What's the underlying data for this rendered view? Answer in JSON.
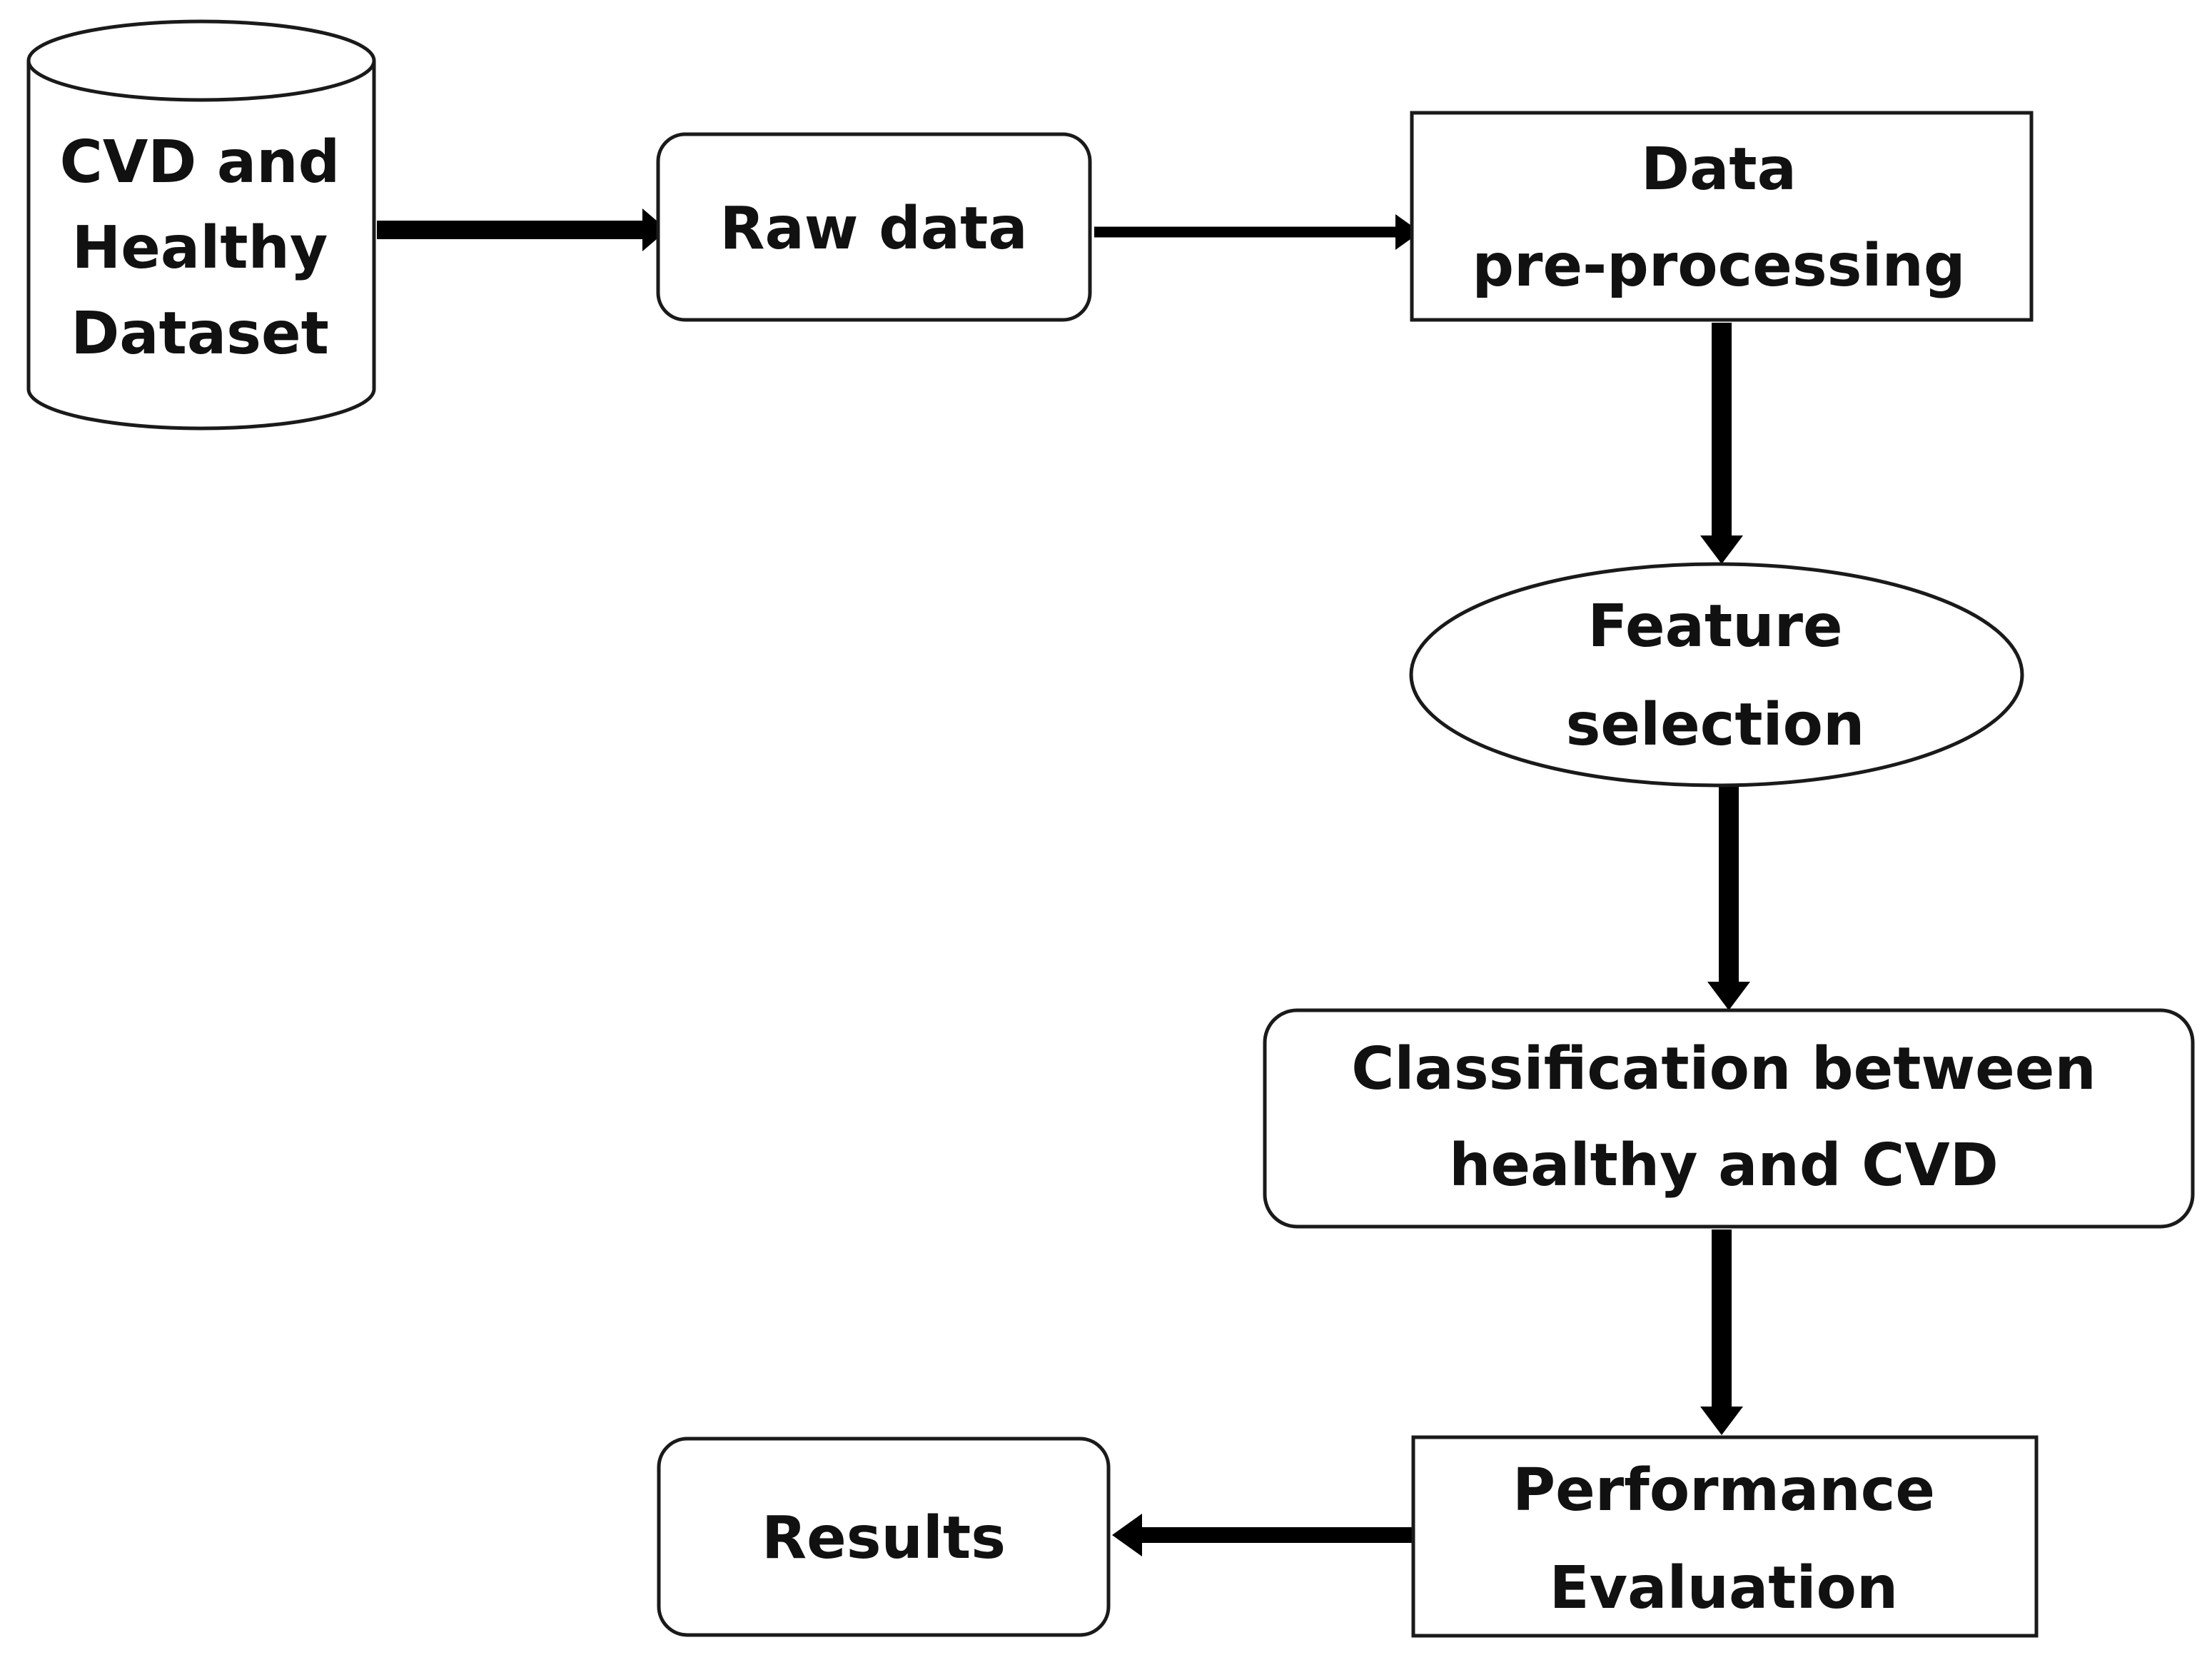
{
  "diagram": {
    "nodes": {
      "dataset": {
        "shape": "cylinder",
        "lines": [
          "CVD and",
          "Healthy",
          "Dataset"
        ]
      },
      "raw_data": {
        "shape": "rounded-rectangle",
        "lines": [
          "Raw data"
        ]
      },
      "preprocessing": {
        "shape": "rectangle",
        "lines": [
          "Data",
          "pre-processing"
        ]
      },
      "feature_selection": {
        "shape": "ellipse",
        "lines": [
          "Feature",
          "selection"
        ]
      },
      "classification": {
        "shape": "rounded-rectangle",
        "lines": [
          "Classification between",
          "healthy and CVD"
        ]
      },
      "performance": {
        "shape": "rectangle",
        "lines": [
          "Performance",
          "Evaluation"
        ]
      },
      "results": {
        "shape": "rounded-rectangle",
        "lines": [
          "Results"
        ]
      }
    },
    "edges": [
      {
        "from": "dataset",
        "to": "raw_data"
      },
      {
        "from": "raw_data",
        "to": "preprocessing"
      },
      {
        "from": "preprocessing",
        "to": "feature_selection"
      },
      {
        "from": "feature_selection",
        "to": "classification"
      },
      {
        "from": "classification",
        "to": "performance"
      },
      {
        "from": "performance",
        "to": "results"
      }
    ],
    "colors": {
      "stroke": "#1a1a1a",
      "arrow": "#000000",
      "fill": "#ffffff",
      "text": "#111111"
    }
  }
}
